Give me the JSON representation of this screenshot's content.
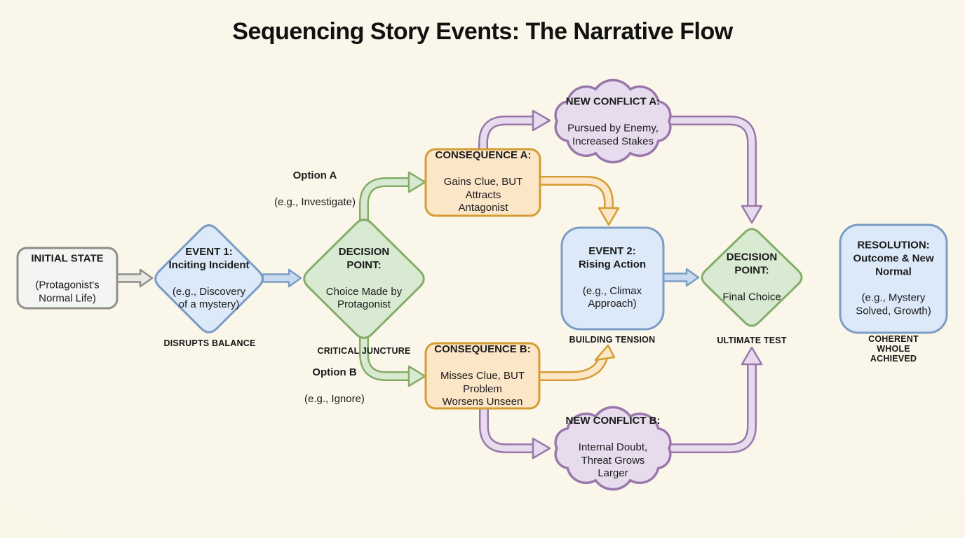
{
  "title": "Sequencing Story Events: The Narrative Flow",
  "colors": {
    "background": "#f9f6e8",
    "text": "#1b1b1b",
    "gray_fill": "#f4f4f2",
    "gray_border": "#8e8e8a",
    "arrow_gray_fill": "#e9e9e4",
    "blue_fill": "#dbe9f8",
    "blue_border": "#7b9cc4",
    "arrow_blue_fill": "#c8daf0",
    "green_fill": "#d9ead2",
    "green_border": "#83ad68",
    "orange_fill": "#fce6c8",
    "orange_border": "#d49c33",
    "purple_fill": "#e7dcee",
    "purple_border": "#9a77ab"
  },
  "nodes": {
    "initial_state": {
      "title": "INITIAL STATE",
      "body": "(Protagonist's\nNormal Life)"
    },
    "event1": {
      "title": "EVENT 1:\nInciting Incident",
      "body": "(e.g., Discovery\nof a mystery)",
      "caption": "DISRUPTS BALANCE"
    },
    "decision1": {
      "title": "DECISION\nPOINT:",
      "body": "Choice Made by\nProtagonist",
      "caption": "CRITICAL JUNCTURE"
    },
    "option_a": {
      "title": "Option A",
      "body": "(e.g., Investigate)"
    },
    "option_b": {
      "title": "Option B",
      "body": "(e.g., Ignore)"
    },
    "consequence_a": {
      "title": "CONSEQUENCE A:",
      "body": "Gains Clue, BUT\nAttracts\nAntagonist"
    },
    "consequence_b": {
      "title": "CONSEQUENCE B:",
      "body": "Misses Clue, BUT\nProblem\nWorsens Unseen"
    },
    "conflict_a": {
      "title": "NEW CONFLICT A:",
      "body": "Pursued by Enemy,\nIncreased Stakes"
    },
    "conflict_b": {
      "title": "NEW CONFLICT B:",
      "body": "Internal Doubt,\nThreat Grows\nLarger"
    },
    "event2": {
      "title": "EVENT 2:\nRising Action",
      "body": "(e.g., Climax\nApproach)",
      "caption": "BUILDING TENSION"
    },
    "decision2": {
      "title": "DECISION\nPOINT:",
      "body": "Final Choice",
      "caption": "ULTIMATE TEST"
    },
    "resolution": {
      "title": "RESOLUTION:\nOutcome & New\nNormal",
      "body": "(e.g., Mystery\nSolved, Growth)",
      "caption": "COHERENT WHOLE\nACHIEVED"
    }
  }
}
